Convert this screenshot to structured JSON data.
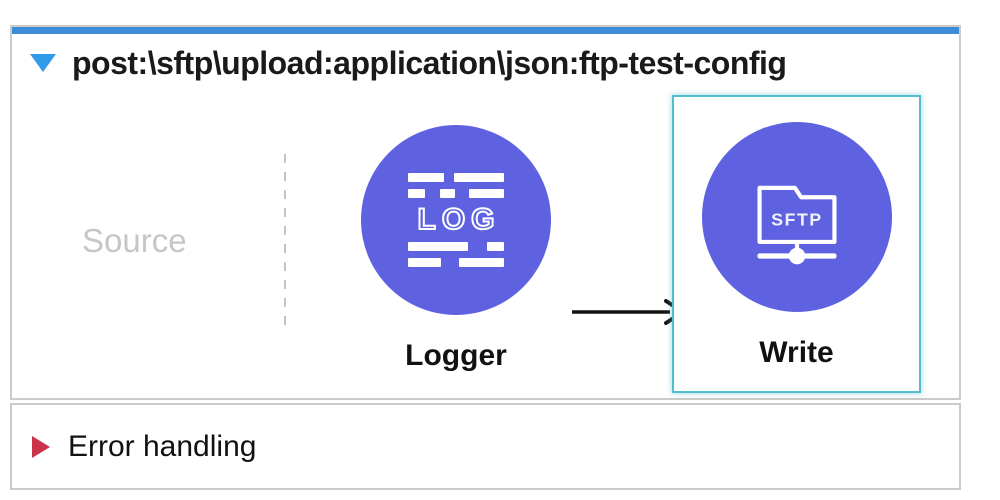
{
  "flow": {
    "title": "post:\\sftp\\upload:application\\json:ftp-test-config",
    "toggle_icon": "triangle-down-expanded",
    "source_label": "Source",
    "components": [
      {
        "label": "Logger",
        "icon": "log-lines-icon",
        "icon_text": "LOG",
        "selected": false
      },
      {
        "label": "Write",
        "icon": "sftp-folder-network-icon",
        "icon_text": "SFTP",
        "selected": true
      }
    ],
    "connector": "arrow-right"
  },
  "error_handling": {
    "label": "Error handling",
    "toggle_icon": "triangle-right-collapsed"
  },
  "colors": {
    "accent_blue": "#3d8cd7",
    "toggle_blue": "#2f9bea",
    "node_purple": "#5e62e0",
    "selection_cyan": "#55bccb",
    "error_red": "#cb3349",
    "panel_border": "#cbcbcb",
    "muted_text": "#c6c6c6",
    "label_text": "#111111"
  }
}
